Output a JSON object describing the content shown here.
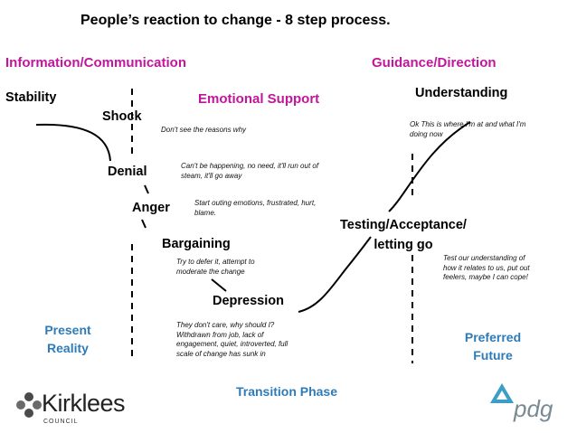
{
  "title": "People’s reaction to change - 8 step process.",
  "headers": {
    "info": "Information/Communication",
    "guidance": "Guidance/Direction",
    "emotional": "Emotional Support"
  },
  "stages": {
    "stability": "Stability",
    "shock": "Shock",
    "denial": "Denial",
    "anger": "Anger",
    "bargaining": "Bargaining",
    "depression": "Depression",
    "testing": "Testing/Acceptance/ letting go",
    "understanding": "Understanding"
  },
  "notes": {
    "shock": "Don't see the reasons why",
    "denial": "Can't be happening, no need, it'll run out of steam, it'll go away",
    "anger": "Start outing emotions, frustrated, hurt, blame.",
    "bargaining": "Try to defer it, attempt to moderate the change",
    "depression": "They don't care, why should I? Withdrawn from job, lack of engagement, quiet, introverted, full scale of change has sunk in",
    "understanding": "Ok This is where I'm at and what I'm doing now",
    "testing": "Test our understanding of how it relates to us, put out feelers, maybe I can cope!"
  },
  "phases": {
    "present": "Present Reality",
    "transition": "Transition Phase",
    "preferred": "Preferred Future"
  },
  "logos": {
    "kirklees": "Kirklees",
    "council": "COUNCIL",
    "pdg": "pdg"
  },
  "colors": {
    "header": "#c0169a",
    "phase": "#2e7bb8",
    "logo_teal": "#3b9ec4",
    "logo_grey": "#7a8a94"
  }
}
